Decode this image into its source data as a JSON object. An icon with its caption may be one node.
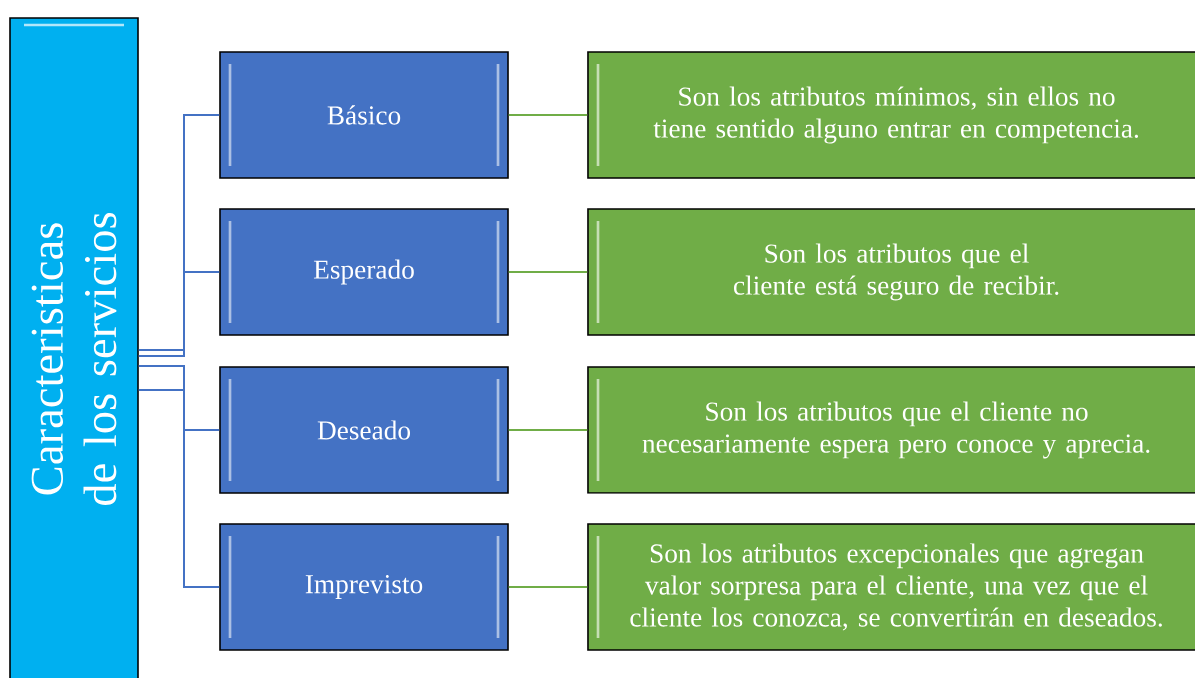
{
  "diagram": {
    "nodes": [
      {
        "text": [
          "Caracteristicas de los servicios"
        ]
      },
      {
        "text": [
          "Básico"
        ]
      },
      {
        "text": [
          "Esperado"
        ]
      },
      {
        "text": [
          "Deseado"
        ]
      },
      {
        "text": [
          "Imprevisto"
        ]
      },
      {
        "text": [
          "Son los atributos mínimos, sin ellos no tiene sentido alguno entrar en competencia."
        ]
      },
      {
        "text": [
          "Son los atributos que el cliente está seguro de recibir."
        ]
      },
      {
        "text": [
          "Son los atributos que el cliente no necesariamente espera pero conoce y aprecia."
        ]
      },
      {
        "text": [
          "Son los atributos excepcionales que agregan valor sorpresa para el cliente, una vez que el cliente los conozca, se convertirán en deseados."
        ]
      }
    ],
    "edges": [
      {
        "from": 0,
        "to": 1,
        "arrow": "none",
        "color": "#4472c4"
      },
      {
        "from": 0,
        "to": 2,
        "arrow": "none",
        "color": "#4472c4"
      },
      {
        "from": 0,
        "to": 3,
        "arrow": "none",
        "color": "#4472c4"
      },
      {
        "from": 0,
        "to": 4,
        "arrow": "none",
        "color": "#4472c4"
      },
      {
        "from": 1,
        "to": 5,
        "arrow": "none",
        "color": "#70ad47"
      },
      {
        "from": 2,
        "to": 6,
        "arrow": "none",
        "color": "#70ad47"
      },
      {
        "from": 3,
        "to": 7,
        "arrow": "none",
        "color": "#70ad47"
      },
      {
        "from": 4,
        "to": 8,
        "arrow": "none",
        "color": "#70ad47"
      }
    ]
  }
}
